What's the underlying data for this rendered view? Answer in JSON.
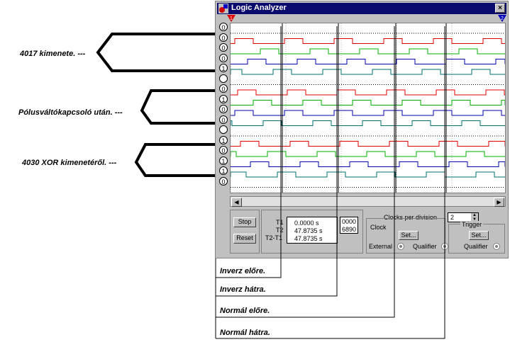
{
  "window": {
    "title": "Logic Analyzer",
    "close": "×"
  },
  "annotations": {
    "group1": "4017 kimenete.",
    "group2": "Pólusváltókapcsoló után.",
    "group3": "4030 XOR kimenetéről."
  },
  "bits": [
    "0",
    "0",
    "0",
    "0",
    "1",
    "",
    "0",
    "1",
    "0",
    "0",
    "",
    "1",
    "0",
    "1",
    "1",
    "0"
  ],
  "colors": {
    "red": "#e00000",
    "green": "#00b000",
    "blue": "#0000b0",
    "teal": "#007070",
    "window": "#c0c0c0",
    "title": "#0b0b6e"
  },
  "controls": {
    "stop": "Stop",
    "reset": "Reset",
    "t1_label": "T1",
    "t2_label": "T2",
    "t2t1_label": "T2-T1",
    "t1_value": "0.0000  s",
    "t2_value": "47.8735  s",
    "t2t1_value": "47.8735  s",
    "hex_top": "0000",
    "hex_bottom": "6890",
    "clocks_per_division_label": "Clocks per division",
    "clocks_per_division_value": "2",
    "clock_label": "Clock",
    "trigger_label": "Trigger",
    "set_clock": "Set...",
    "set_trigger": "Set...",
    "external": "External",
    "qualifier1": "Qualifier",
    "qualifier2": "Qualifier",
    "marker1": "1",
    "marker2": "2"
  },
  "captions": {
    "inverz_elore": "Inverz előre.",
    "inverz_hatra": "Inverz hátra.",
    "normal_elore": "Normál előre.",
    "normal_hatra": "Normál hátra."
  }
}
